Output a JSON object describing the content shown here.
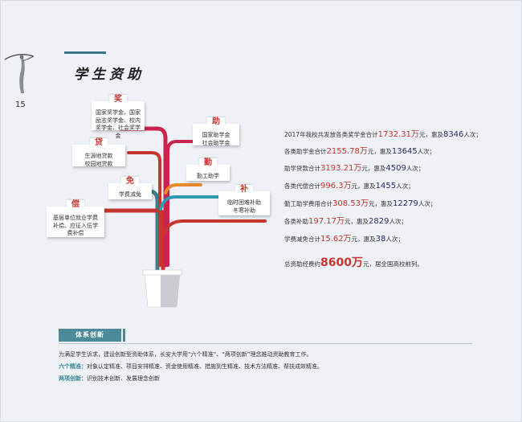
{
  "page": {
    "number": "15",
    "title": "学生资助"
  },
  "colors": {
    "teal": "#3e7585",
    "red": "#c8342f",
    "navy": "#2d2a6e",
    "crimson": "#c8244f",
    "orange": "#e8892c",
    "cyan": "#2e9bb0"
  },
  "tree": {
    "notes": [
      {
        "id": "jiang",
        "char": "奖",
        "lines": [
          "国家奖学金、国家",
          "励志奖学金、校内",
          "奖学金、社会奖学金"
        ]
      },
      {
        "id": "zhu",
        "char": "助",
        "lines": [
          "国家助学金",
          "社会助学金"
        ]
      },
      {
        "id": "dai",
        "char": "贷",
        "lines": [
          "生源地贷款",
          "校园地贷款"
        ]
      },
      {
        "id": "qin",
        "char": "勤",
        "lines": [
          "勤工助学"
        ]
      },
      {
        "id": "mian",
        "char": "免",
        "lines": [
          "学费减免"
        ]
      },
      {
        "id": "bu",
        "char": "补",
        "lines": [
          "临时困难补助",
          "冬寒补助"
        ]
      },
      {
        "id": "chang",
        "char": "偿",
        "lines": [
          "基层单位就业学费",
          "补偿、应征入伍学",
          "费补偿"
        ]
      }
    ]
  },
  "stats": [
    {
      "pre": "2017年我校共发放各类奖学金合计",
      "amount": "1732.31万",
      "mid": "元，惠及",
      "count": "8346",
      "post": "人次；"
    },
    {
      "pre": "各类助学金合计",
      "amount": "2155.78万",
      "mid": "元，惠及",
      "count": "13645",
      "post": "人次；"
    },
    {
      "pre": "助学贷款合计",
      "amount": "3193.21万",
      "mid": "元，惠及",
      "count": "4509",
      "post": "人次；"
    },
    {
      "pre": "各类代偿合计",
      "amount": "996.3万",
      "mid": "元，惠及",
      "count": "1455",
      "post": "人次；"
    },
    {
      "pre": "勤工助学费用合计",
      "amount": "308.53万",
      "mid": "元，惠及",
      "count": "12279",
      "post": "人次；"
    },
    {
      "pre": "各类补助",
      "amount": "197.17万",
      "mid": "元，惠及",
      "count": "2829",
      "post": "人次；"
    },
    {
      "pre": "学费减免合计",
      "amount": "15.62万",
      "mid": "元，惠及",
      "count": "38",
      "post": "人次；"
    }
  ],
  "total": {
    "pre": "总资助经费约",
    "amount": "8600万",
    "post": "元，居全国高校前列。"
  },
  "section": {
    "heading": "体系创新",
    "intro": "为满足学生诉求，建设创新型资助体系，长安大学用“六个精准”、“两项创新”理念推动资助教育工作。",
    "six_label": "六个精准：",
    "six_text": "对象认定精准、项目安排精准、资金使用精准、措施到生精准、技术方法精准、帮扶成效精准。",
    "two_label": "两项创新：",
    "two_text": "识别技术创新、发展理念创新"
  }
}
